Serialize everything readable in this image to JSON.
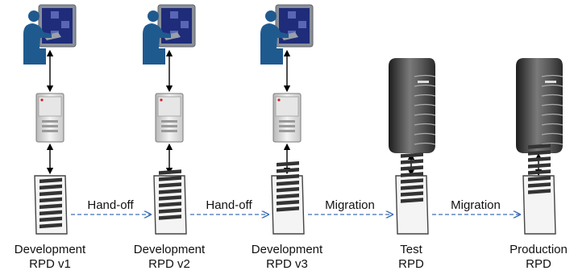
{
  "stages": [
    {
      "label_line1": "Development",
      "label_line2": "RPD v1",
      "has_user": true,
      "server": "small"
    },
    {
      "label_line1": "Development",
      "label_line2": "RPD v2",
      "has_user": true,
      "server": "small"
    },
    {
      "label_line1": "Development",
      "label_line2": "RPD v3",
      "has_user": true,
      "server": "small"
    },
    {
      "label_line1": "Test",
      "label_line2": "RPD",
      "has_user": false,
      "server": "large"
    },
    {
      "label_line1": "Production",
      "label_line2": "RPD",
      "has_user": false,
      "server": "large"
    }
  ],
  "transitions": [
    {
      "label": "Hand-off"
    },
    {
      "label": "Hand-off"
    },
    {
      "label": "Migration"
    },
    {
      "label": "Migration"
    }
  ],
  "colors": {
    "person": "#1f5a8f",
    "monitor_frame": "#8a8f99",
    "monitor_screen": "#1e2c7a",
    "server_body": "#d9d9d9",
    "server_large_dark": "#2a2a2a",
    "transition_arrow": "#3d6fb8",
    "doc_stripe": "#333333"
  }
}
